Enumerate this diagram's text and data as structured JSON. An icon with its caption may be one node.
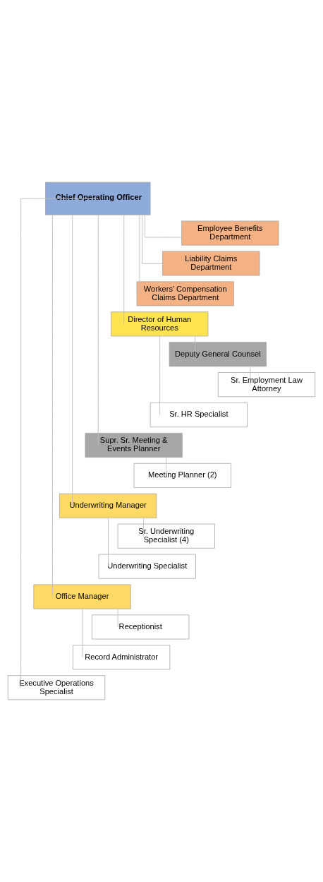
{
  "diagram": {
    "nodes": [
      {
        "text": [
          "Chief Operating Officer"
        ]
      },
      {
        "text": [
          "Employee Benefits Department"
        ]
      },
      {
        "text": [
          "Liability Claims Department"
        ]
      },
      {
        "text": [
          "Workers’ Compensation Claims Department"
        ]
      },
      {
        "text": [
          "Director of Human Resources"
        ]
      },
      {
        "text": [
          "Deputy General Counsel"
        ]
      },
      {
        "text": [
          "Sr. Employment Law Attorney"
        ]
      },
      {
        "text": [
          "Sr. HR Specialist"
        ]
      },
      {
        "text": [
          "Supr. Sr. Meeting & Events Planner"
        ]
      },
      {
        "text": [
          "Meeting Planner (2)"
        ]
      },
      {
        "text": [
          "Underwriting Manager"
        ]
      },
      {
        "text": [
          "Sr. Underwriting Specialist (4)"
        ]
      },
      {
        "text": [
          "Underwriting Specialist"
        ]
      },
      {
        "text": [
          "Office Manager"
        ]
      },
      {
        "text": [
          "Receptionist"
        ]
      },
      {
        "text": [
          "Record Administrator"
        ]
      },
      {
        "text": [
          "Executive Operations Specialist"
        ]
      }
    ],
    "edges": [
      {
        "from": 0,
        "to": 1,
        "arrow": "none"
      },
      {
        "from": 0,
        "to": 2,
        "arrow": "none"
      },
      {
        "from": 0,
        "to": 3,
        "arrow": "none"
      },
      {
        "from": 0,
        "to": 4,
        "arrow": "none"
      },
      {
        "from": 4,
        "to": 5,
        "arrow": "none"
      },
      {
        "from": 5,
        "to": 6,
        "arrow": "none"
      },
      {
        "from": 4,
        "to": 7,
        "arrow": "none"
      },
      {
        "from": 0,
        "to": 8,
        "arrow": "none"
      },
      {
        "from": 8,
        "to": 9,
        "arrow": "none"
      },
      {
        "from": 0,
        "to": 10,
        "arrow": "none"
      },
      {
        "from": 10,
        "to": 11,
        "arrow": "none"
      },
      {
        "from": 10,
        "to": 12,
        "arrow": "none"
      },
      {
        "from": 0,
        "to": 13,
        "arrow": "none"
      },
      {
        "from": 13,
        "to": 14,
        "arrow": "none"
      },
      {
        "from": 13,
        "to": 15,
        "arrow": "none"
      },
      {
        "from": 0,
        "to": 16,
        "arrow": "none"
      }
    ]
  }
}
